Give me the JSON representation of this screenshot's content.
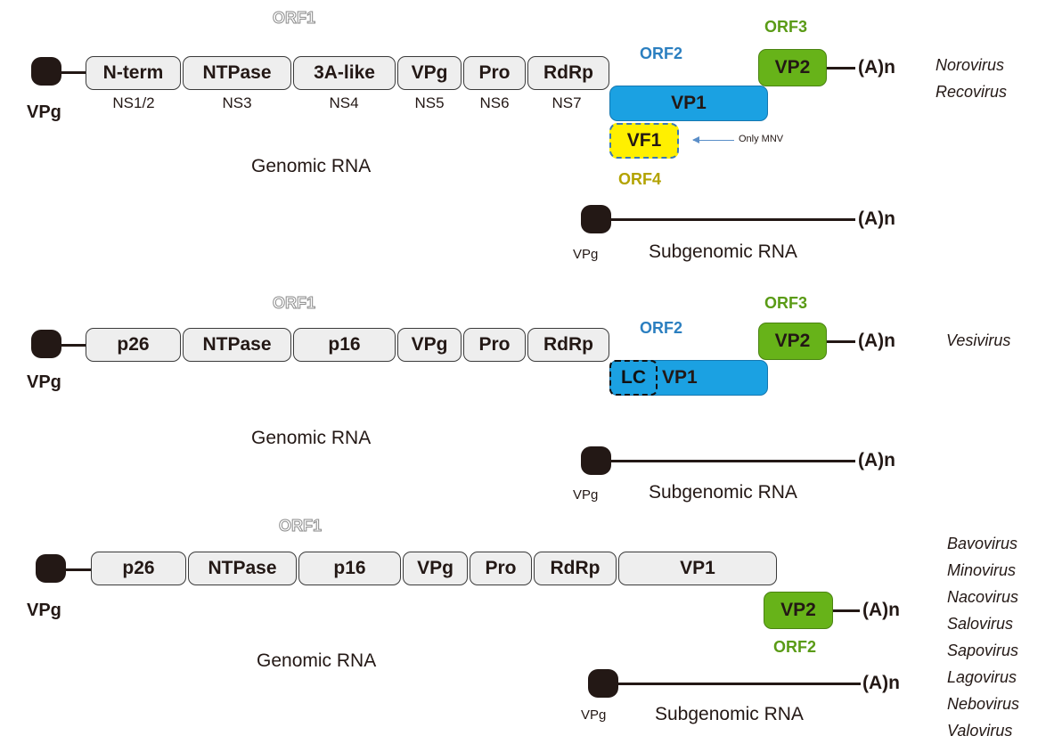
{
  "panel1": {
    "orf1": "ORF1",
    "orf2": "ORF2",
    "orf3": "ORF3",
    "orf4": "ORF4",
    "boxes": [
      "N-term",
      "NTPase",
      "3A-like",
      "VPg",
      "Pro",
      "RdRp"
    ],
    "ns_labels": [
      "NS1/2",
      "NS3",
      "NS4",
      "NS5",
      "NS6",
      "NS7"
    ],
    "vp1": "VP1",
    "vp2": "VP2",
    "vf1": "VF1",
    "note": "Only MNV",
    "polya_genomic": "(A)n",
    "polya_subgenomic": "(A)n",
    "vpg_genomic": "VPg",
    "vpg_subgenomic": "VPg",
    "genomic_label": "Genomic RNA",
    "subgenomic_label": "Subgenomic RNA",
    "genera": [
      "Norovirus",
      "Recovirus"
    ]
  },
  "panel2": {
    "orf1": "ORF1",
    "orf2": "ORF2",
    "orf3": "ORF3",
    "boxes": [
      "p26",
      "NTPase",
      "p16",
      "VPg",
      "Pro",
      "RdRp"
    ],
    "vp1": "VP1",
    "lc": "LC",
    "vp2": "VP2",
    "polya_genomic": "(A)n",
    "polya_subgenomic": "(A)n",
    "vpg_genomic": "VPg",
    "vpg_subgenomic": "VPg",
    "genomic_label": "Genomic RNA",
    "subgenomic_label": "Subgenomic RNA",
    "genera": [
      "Vesivirus"
    ]
  },
  "panel3": {
    "orf1": "ORF1",
    "orf2": "ORF2",
    "boxes": [
      "p26",
      "NTPase",
      "p16",
      "VPg",
      "Pro",
      "RdRp",
      "VP1"
    ],
    "vp2": "VP2",
    "polya_genomic": "(A)n",
    "polya_subgenomic": "(A)n",
    "vpg_genomic": "VPg",
    "vpg_subgenomic": "VPg",
    "genomic_label": "Genomic RNA",
    "subgenomic_label": "Subgenomic RNA",
    "genera": [
      "Bavovirus",
      "Minovirus",
      "Nacovirus",
      "Salovirus",
      "Sapovirus",
      "Lagovirus",
      "Nebovirus",
      "Valovirus"
    ]
  },
  "colors": {
    "vp1": "#1ba1e2",
    "vp2": "#67b319",
    "vf1": "#fff000",
    "nonstructural": "#eeeeee",
    "cap": "#231815"
  }
}
